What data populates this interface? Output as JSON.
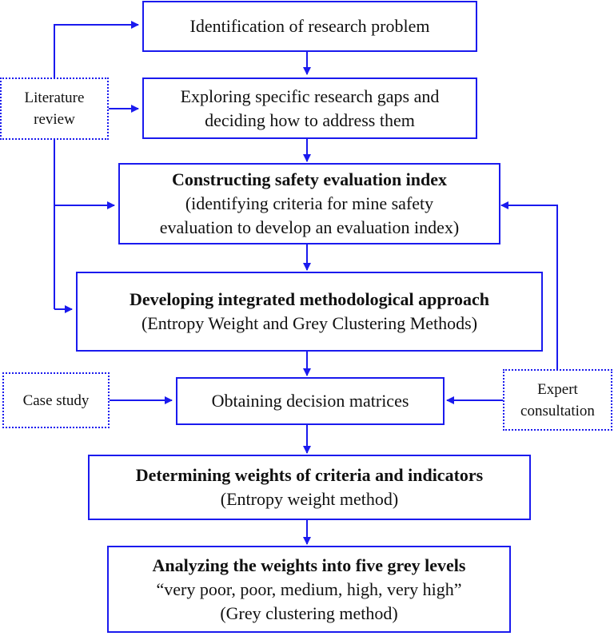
{
  "steps": {
    "identification": [
      "Identification of research problem"
    ],
    "exploring": [
      "Exploring specific research gaps and",
      "deciding how to address them"
    ],
    "constructing": {
      "title": "Constructing safety evaluation index",
      "lines": [
        "(identifying criteria for mine safety",
        "evaluation to develop an evaluation index)"
      ]
    },
    "developing": {
      "title": "Developing integrated methodological approach",
      "lines": [
        "(Entropy Weight and Grey Clustering Methods)"
      ]
    },
    "obtaining": [
      "Obtaining decision matrices"
    ],
    "determining": {
      "title": "Determining weights of criteria and indicators",
      "lines": [
        "(Entropy weight method)"
      ]
    },
    "analyzing": {
      "title": "Analyzing the weights into five grey levels",
      "lines": [
        "“very poor, poor, medium, high, very high”",
        "(Grey clustering method)"
      ]
    }
  },
  "inputs": {
    "literature": [
      "Literature",
      "review"
    ],
    "case_study": [
      "Case study"
    ],
    "expert": [
      "Expert",
      "consultation"
    ]
  },
  "colors": {
    "border": "#1a1aee",
    "arrow": "#1a1aee"
  }
}
